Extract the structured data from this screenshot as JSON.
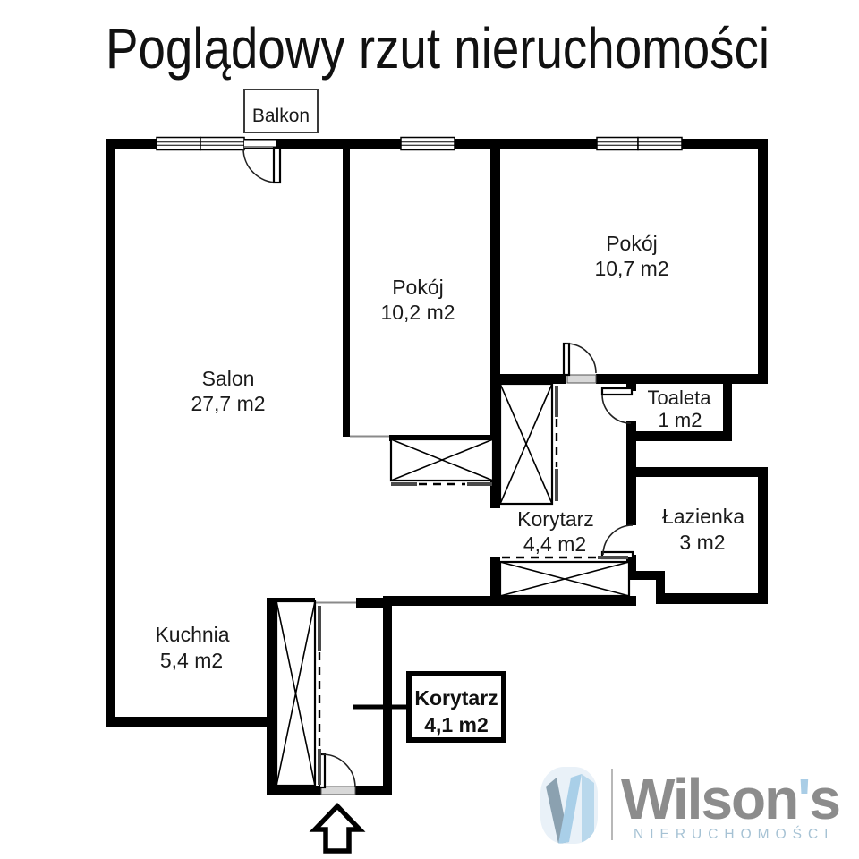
{
  "title": "Poglądowy rzut nieruchomości",
  "plan": {
    "balcony_label": "Balkon",
    "rooms": {
      "salon": {
        "name": "Salon",
        "area": "27,7 m2"
      },
      "pokoj_a": {
        "name": "Pokój",
        "area": "10,2 m2"
      },
      "pokoj_b": {
        "name": "Pokój",
        "area": "10,7 m2"
      },
      "toaleta": {
        "name": "Toaleta",
        "area": "1 m2"
      },
      "lazienka": {
        "name": "Łazienka",
        "area": "3 m2"
      },
      "korytarz_a": {
        "name": "Korytarz",
        "area": "4,4 m2"
      },
      "kuchnia": {
        "name": "Kuchnia",
        "area": "5,4 m2"
      },
      "korytarz_b": {
        "name": "Korytarz",
        "area": "4,1 m2"
      }
    }
  },
  "logo": {
    "name_pre": "Wilson",
    "apostrophe": "'",
    "name_post": "s",
    "subtitle": "NIERUCHOMOŚCI",
    "text_color": "#8c8c8c",
    "accent_color": "#a9cde6",
    "subtitle_color": "#a6c2d4"
  },
  "colors": {
    "wall": "#000000",
    "text": "#1a1a1a"
  }
}
